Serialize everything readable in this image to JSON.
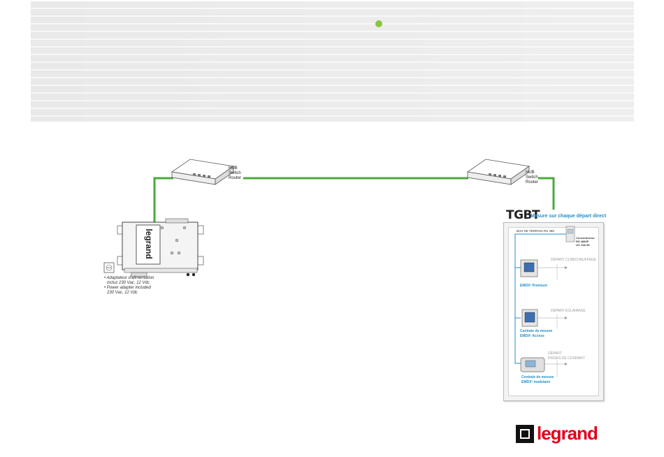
{
  "hub_left": {
    "line1": "HUB",
    "line2": "Switch",
    "line3": "Router"
  },
  "hub_right": {
    "line1": "HUB",
    "line2": "Switch",
    "line3": "Router"
  },
  "device": {
    "brand": "legrand"
  },
  "adapter_note": {
    "line1": "• Adaptateur d'alimentation",
    "line2": "incluz 230 Vac, 12 Vdc",
    "line3": "• Power adapter included",
    "line4": "230 Vac, 12 Vdc"
  },
  "tgbt": {
    "title": "TGBT",
    "subtitle": "Mesure sur chaque départ direct",
    "bus_label": "BUS DE TERRAIN RS 485",
    "converter": {
      "line1": "Convertisseur",
      "line2": "RS 485/IP",
      "line3": "réf. 046 89"
    },
    "feeders": [
      {
        "departure": "DÉPART CLIM/CHAUFFAGE",
        "device_line1": "EMDX³ Premium",
        "device_line2": ""
      },
      {
        "departure": "DÉPART ÉCLAIRAGE",
        "device_line1": "Centrale de mesure",
        "device_line2": "EMDX³ Access"
      },
      {
        "departure_line1": "DÉPART",
        "departure_line2": "PRISES DE COURANT",
        "device_line1": "Centrale de mesure",
        "device_line2": "EMDX³ modulaire"
      }
    ]
  },
  "footer_logo": {
    "text": "legrand"
  },
  "colors": {
    "link_green": "#4aa83c",
    "accent_dot": "#8cc63f",
    "bus_blue": "#1f8fc9",
    "brand_red": "#e2001a"
  }
}
